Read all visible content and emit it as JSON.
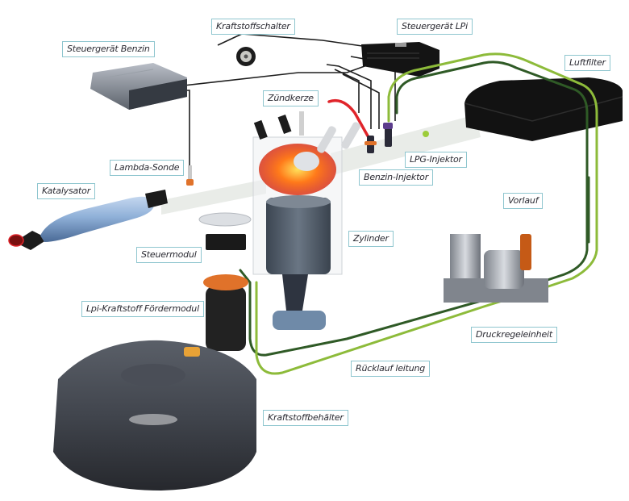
{
  "diagram": {
    "title": "LPi Kraftstoffsystem",
    "colors": {
      "background": "#ffffff",
      "label_border": "#8fc6cf",
      "label_text": "#2b2b33",
      "signal_wire": "#1e1e1e",
      "supply_line_light": "#8dbb3a",
      "return_line_dark": "#2f5a26",
      "ignition_wire": "#e0242a",
      "intake_pipe": "#e9ece8",
      "tank": "#3f434b",
      "piston": "#55606e",
      "catalyst": "#8fb0d8",
      "flame": "#ff6a1a"
    },
    "labels": {
      "steuergeraet_benzin": "Steuergerät Benzin",
      "kraftstoffschalter": "Kraftstoffschalter",
      "steuergeraet_lpi": "Steuergerät LPi",
      "luftfilter": "Luftfilter",
      "zuendkerze": "Zündkerze",
      "lpg_injektor": "LPG-Injektor",
      "benzin_injektor": "Benzin-Injektor",
      "lambda_sonde": "Lambda-Sonde",
      "katalysator": "Katalysator",
      "vorlauf": "Vorlauf",
      "zylinder": "Zylinder",
      "steuermodul": "Steuermodul",
      "lpi_foerdermodul": "Lpi-Kraftstoff  Fördermodul",
      "druckregeleinheit": "Druckregeleinheit",
      "ruecklauf": "Rücklauf  leitung",
      "kraftstoffbehaelter": "Kraftstoffbehälter"
    },
    "components": [
      {
        "id": "steuergeraet-benzin",
        "label_key": "steuergeraet_benzin"
      },
      {
        "id": "kraftstoffschalter",
        "label_key": "kraftstoffschalter"
      },
      {
        "id": "steuergeraet-lpi",
        "label_key": "steuergeraet_lpi"
      },
      {
        "id": "luftfilter",
        "label_key": "luftfilter"
      },
      {
        "id": "zuendkerze",
        "label_key": "zuendkerze"
      },
      {
        "id": "lpg-injektor",
        "label_key": "lpg_injektor"
      },
      {
        "id": "benzin-injektor",
        "label_key": "benzin_injektor"
      },
      {
        "id": "lambda-sonde",
        "label_key": "lambda_sonde"
      },
      {
        "id": "katalysator",
        "label_key": "katalysator"
      },
      {
        "id": "zylinder",
        "label_key": "zylinder"
      },
      {
        "id": "steuermodul",
        "label_key": "steuermodul"
      },
      {
        "id": "foerdermodul",
        "label_key": "lpi_foerdermodul"
      },
      {
        "id": "druckregeleinheit",
        "label_key": "druckregeleinheit"
      },
      {
        "id": "kraftstoffbehaelter",
        "label_key": "kraftstoffbehaelter"
      }
    ],
    "connections": [
      {
        "from": "kraftstoffbehaelter",
        "to": "druckregeleinheit",
        "type": "supply"
      },
      {
        "from": "druckregeleinheit",
        "to": "lpg-injektor",
        "type": "vorlauf"
      },
      {
        "from": "lpg-injektor",
        "to": "kraftstoffbehaelter",
        "type": "ruecklauf"
      },
      {
        "from": "steuergeraet-lpi",
        "to": "lpg-injektor",
        "type": "signal"
      },
      {
        "from": "steuergeraet-benzin",
        "to": "benzin-injektor",
        "type": "signal"
      },
      {
        "from": "steuergeraet-benzin",
        "to": "lambda-sonde",
        "type": "signal"
      },
      {
        "from": "kraftstoffschalter",
        "to": "steuergeraet-lpi",
        "type": "signal"
      }
    ]
  }
}
